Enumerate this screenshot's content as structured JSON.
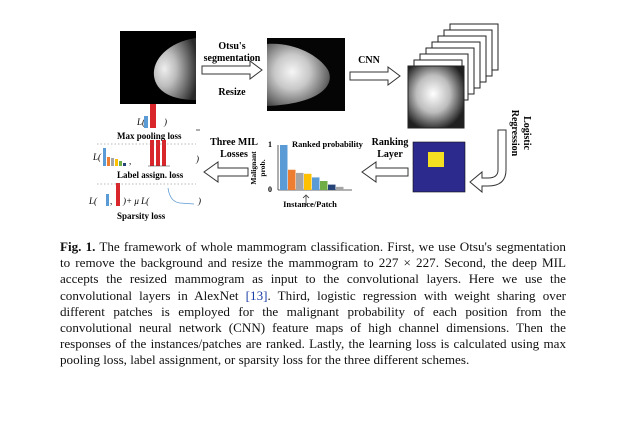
{
  "figure": {
    "labels": {
      "otsu_line1": "Otsu's",
      "otsu_line2": "segmentation",
      "resize": "Resize",
      "cnn": "CNN",
      "logistic_line1": "Logistic",
      "logistic_line2": "Regression",
      "ranking_line1": "Ranking",
      "ranking_line2": "Layer",
      "ranked_probability": "Ranked probability",
      "malignant_prob_line1": "Malignant",
      "malignant_prob_line2": "prob.",
      "instance_patch": "Instance/Patch",
      "axis_one": "1",
      "axis_zero": "0",
      "three_mil_line1": "Three MIL",
      "three_mil_line2": "Losses",
      "max_pooling_loss": "Max pooling loss",
      "label_assign_loss": "Label assign. loss",
      "sparsity_loss": "Sparsity loss",
      "loss_L1": "L(",
      "loss_L2": "L(",
      "loss_L3": "L(",
      "loss_plus_mu": ")+ μ L(",
      "paren_close": ")"
    },
    "colors": {
      "blue": "#5b9bd5",
      "orange": "#ed7d31",
      "gray": "#a5a5a5",
      "yellow": "#ffc000",
      "green": "#70ad47",
      "navy": "#264478",
      "red": "#d9262b",
      "heatmap_bg": "#2c2a8c",
      "heatmap_hot": "#f4e021"
    }
  },
  "chart_data": {
    "type": "bar",
    "title": "Ranked probability",
    "ylabel": "Malignant prob.",
    "xlabel": "Instance/Patch",
    "ylim": [
      0,
      1
    ],
    "values": [
      1.0,
      0.45,
      0.38,
      0.36,
      0.28,
      0.2,
      0.12,
      0.07
    ]
  },
  "caption": {
    "lead": "Fig. 1.",
    "text_before_cite": " The framework of whole mammogram classification. First, we use Otsu's segmentation to remove the background and resize the mammogram to 227 × 227. Second, the deep MIL accepts the resized mammogram as input to the convolutional layers. Here we use the convolutional layers in AlexNet ",
    "cite": "[13]",
    "text_after_cite": ". Third, logistic regression with weight sharing over different patches is employed for the malignant probability of each position from the convolutional neural network (CNN) feature maps of high channel dimensions. Then the responses of the instances/patches are ranked. Lastly, the learning loss is calculated using max pooling loss, label assignment, or sparsity loss for the three different schemes."
  }
}
